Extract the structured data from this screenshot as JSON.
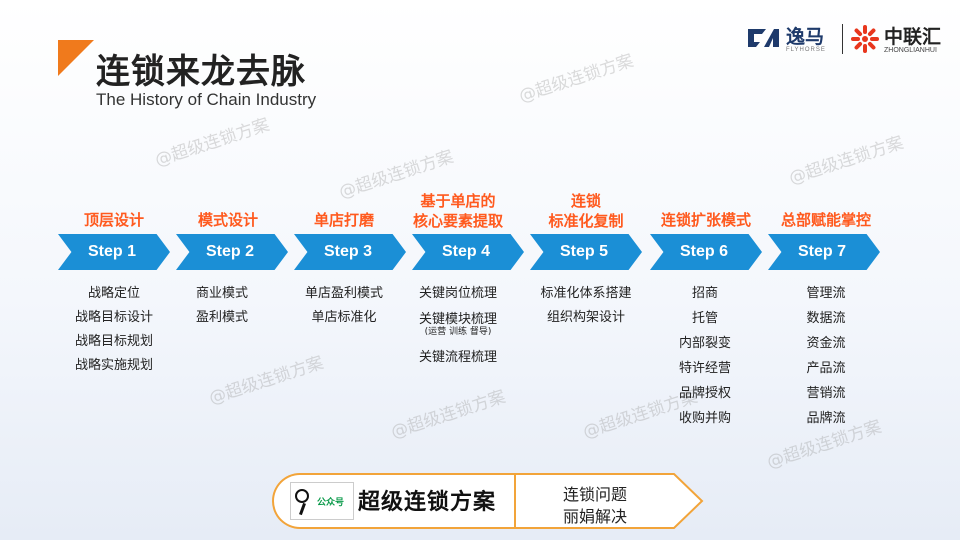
{
  "header": {
    "title_cn": "连锁来龙去脉",
    "title_en": "The History of Chain Industry",
    "accent_color": "#f07a1c"
  },
  "logos": {
    "brand_a": "逸马",
    "brand_a_sub": "FLYHORSE",
    "brand_b": "中联汇",
    "brand_b_sub": "ZHONGLIANHUI"
  },
  "watermark": "@超级连锁方案",
  "steps": [
    {
      "stage": "顶层设计",
      "label": "Step 1",
      "items": [
        "战略定位",
        "战略目标设计",
        "战略目标规划",
        "战略实施规划"
      ]
    },
    {
      "stage": "模式设计",
      "label": "Step 2",
      "items": [
        "商业模式",
        "盈利模式"
      ]
    },
    {
      "stage": "单店打磨",
      "label": "Step 3",
      "items": [
        "单店盈利模式",
        "单店标准化"
      ]
    },
    {
      "stage_l1": "基于单店的",
      "stage_l2": "核心要素提取",
      "label": "Step 4",
      "items": [
        "关键岗位梳理",
        "关键模块梳理",
        "关键流程梳理"
      ],
      "note": "(运营 训练 督导)"
    },
    {
      "stage_l1": "连锁",
      "stage_l2": "标准化复制",
      "label": "Step 5",
      "items": [
        "标准化体系搭建",
        "组织构架设计"
      ]
    },
    {
      "stage": "连锁扩张模式",
      "label": "Step 6",
      "items": [
        "招商",
        "托管",
        "内部裂变",
        "特许经营",
        "品牌授权",
        "收购并购"
      ]
    },
    {
      "stage": "总部赋能掌控",
      "label": "Step 7",
      "items": [
        "管理流",
        "数据流",
        "资金流",
        "产品流",
        "营销流",
        "品牌流"
      ]
    }
  ],
  "footer": {
    "qr_label": "公众号",
    "brand": "超级连锁方案",
    "line1": "连锁问题",
    "line2": "丽娟解决"
  },
  "colors": {
    "step_blue": "#1b8fd6",
    "stage_orange": "#ff5a1f",
    "footer_border": "#f2a43a"
  }
}
